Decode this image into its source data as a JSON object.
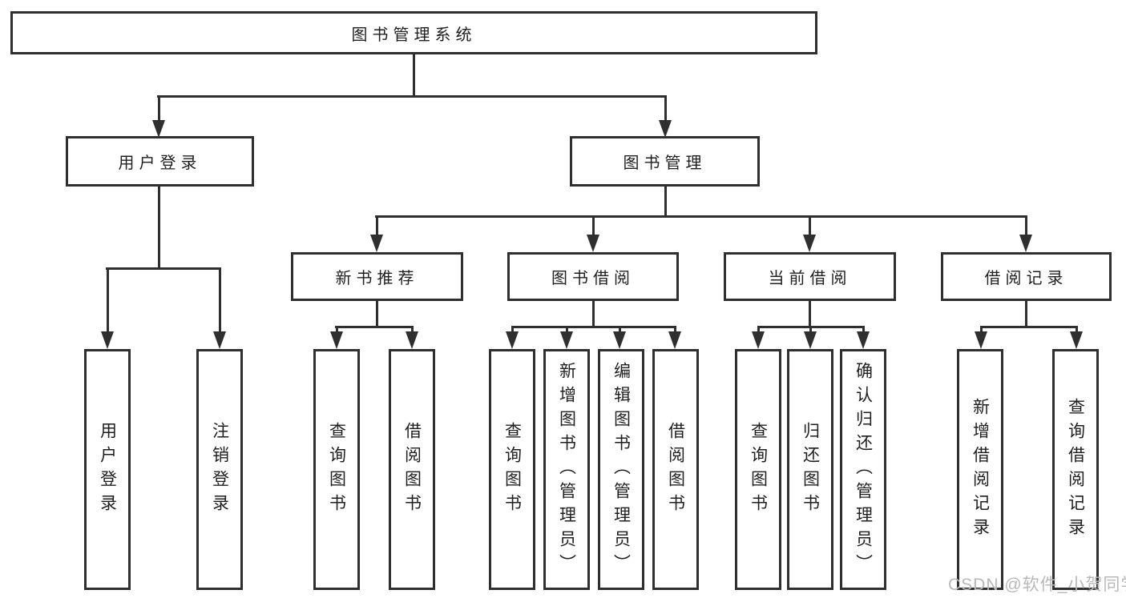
{
  "diagram": {
    "root": "图书管理系统",
    "level2": {
      "user_login": "用户登录",
      "book_mgmt": "图书管理"
    },
    "level3": {
      "new_recommend": "新书推荐",
      "book_borrow": "图书借阅",
      "current_borrow": "当前借阅",
      "borrow_records": "借阅记录"
    },
    "leaves": {
      "user_login": [
        "用户登录",
        "注销登录"
      ],
      "new_recommend": [
        "查询图书",
        "借阅图书"
      ],
      "book_borrow": [
        "查询图书",
        "新增图书（管理员）",
        "编辑图书（管理员）",
        "借阅图书"
      ],
      "current_borrow": [
        "查询图书",
        "归还图书",
        "确认归还（管理员）"
      ],
      "borrow_records": [
        "新增借阅记录",
        "查询借阅记录"
      ]
    }
  },
  "watermark": "CSDN @软件_小贺同学",
  "colors": {
    "line": "#2f2f2f",
    "text": "#1f1f1f",
    "watermark": "#b8b8b8",
    "background": "#ffffff"
  }
}
